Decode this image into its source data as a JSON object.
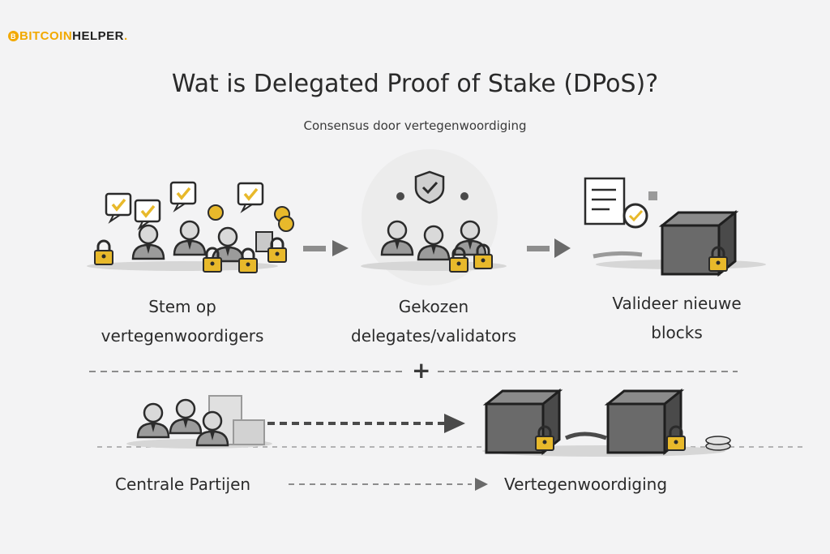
{
  "brand": {
    "prefix": "B",
    "name": "BITCOIN",
    "suffix": "HELPER",
    "dot": "."
  },
  "title": "Wat is Delegated Proof of Stake (DPoS)?",
  "subtitle": "Consensus door vertegenwoordiging",
  "steps": [
    {
      "line1": "Stem op",
      "line2": "vertegenwoordigers"
    },
    {
      "line1": "Gekozen",
      "line2": "delegates/validators"
    },
    {
      "line1": "Valideer nieuwe",
      "line2": "blocks"
    }
  ],
  "separator": "+",
  "bottom": {
    "left_label": "Centrale Partijen",
    "right_label": "Vertegenwoordiging"
  },
  "colors": {
    "brand": "#f2a900",
    "gold": "#e8b92b",
    "ink": "#2b2b2b",
    "grey": "#8d8d8d"
  },
  "icons": [
    "people-vote-icon",
    "delegates-icon",
    "validate-block-icon",
    "building-icon",
    "chain-blocks-icon"
  ]
}
